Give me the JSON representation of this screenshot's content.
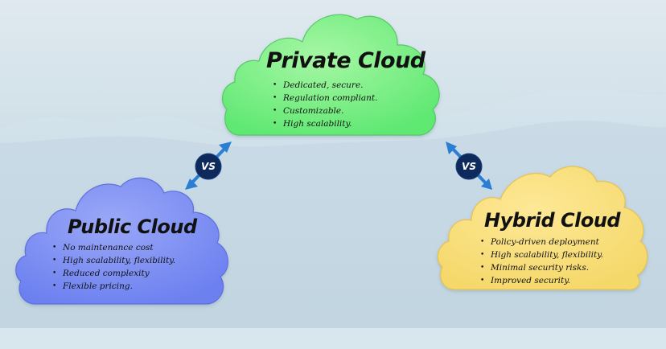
{
  "private": {
    "title": "Private Cloud",
    "items": [
      "Dedicated, secure.",
      "Regulation compliant.",
      "Customizable.",
      "High scalability."
    ]
  },
  "public": {
    "title": "Public Cloud",
    "items": [
      "No maintenance cost",
      "High scalability, flexibility.",
      "Reduced complexity",
      "Flexible pricing."
    ]
  },
  "hybrid": {
    "title": "Hybrid Cloud",
    "items": [
      "Policy-driven deployment",
      "High scalability, flexibility.",
      "Minimal security risks.",
      "Improved security."
    ]
  },
  "vs_left": "VS",
  "vs_right": "VS",
  "colors": {
    "private_cloud": "#7ff08a",
    "public_cloud": "#7b8ff5",
    "hybrid_cloud": "#f9df7c",
    "vs_badge": "#0e2a5c",
    "arrow": "#2a7fd4",
    "sky": "#cfe0ea"
  }
}
